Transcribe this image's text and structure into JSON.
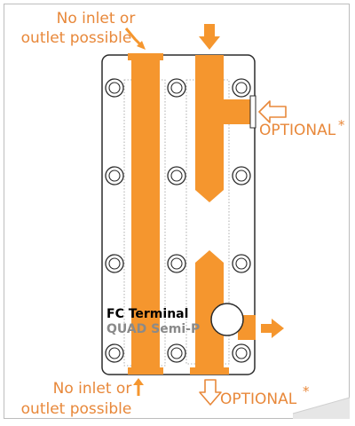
{
  "labels": {
    "no_inlet_top_line1": "No inlet or",
    "no_inlet_top_line2": "outlet possible",
    "no_inlet_bottom_line1": "No inlet or",
    "no_inlet_bottom_line2": "outlet possible",
    "optional_right": "OPTIONAL",
    "optional_right_mark": "*",
    "optional_bottom": "OPTIONAL",
    "optional_bottom_mark": "*",
    "terminal_line1": "FC Terminal",
    "terminal_line2": "QUAD Semi-P"
  },
  "colors": {
    "accent": "#f5962e",
    "label": "#e8883a",
    "outline": "#2b2b2b",
    "terminal_line1": "#000000",
    "terminal_line2": "#8a8a8a"
  },
  "icons": {
    "inlet_top": "arrow-down-solid-icon",
    "optional_right": "arrow-left-outline-icon",
    "outlet_right": "arrow-right-solid-icon",
    "optional_bottom": "arrow-down-outline-icon"
  }
}
